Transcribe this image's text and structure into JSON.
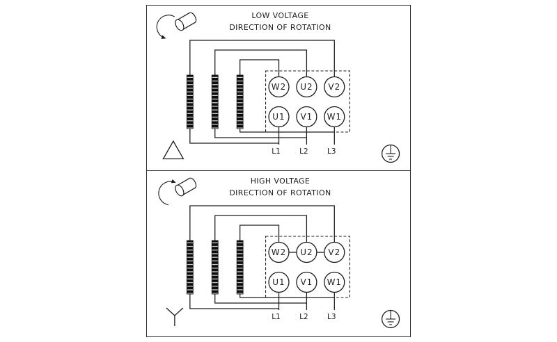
{
  "colors": {
    "line": "#1c1c1c",
    "background": "#ffffff"
  },
  "diagram": {
    "panels": [
      {
        "title": "LOW VOLTAGE",
        "subtitle": "DIRECTION OF ROTATION",
        "rotation_icon": "cylinder-counterclockwise-arrow-icon",
        "connection_icon": "delta-icon",
        "ground_icon": "ground-icon",
        "terminals_top": [
          "W2",
          "U2",
          "V2"
        ],
        "terminals_bottom": [
          "U1",
          "V1",
          "W1"
        ],
        "supply_lines": [
          "L1",
          "L2",
          "L3"
        ]
      },
      {
        "title": "HIGH VOLTAGE",
        "subtitle": "DIRECTION OF ROTATION",
        "rotation_icon": "cylinder-clockwise-arrow-icon",
        "connection_icon": "wye-icon",
        "ground_icon": "ground-icon",
        "terminals_top": [
          "W2",
          "U2",
          "V2"
        ],
        "terminals_bottom": [
          "U1",
          "V1",
          "W1"
        ],
        "supply_lines": [
          "L1",
          "L2",
          "L3"
        ]
      }
    ]
  }
}
